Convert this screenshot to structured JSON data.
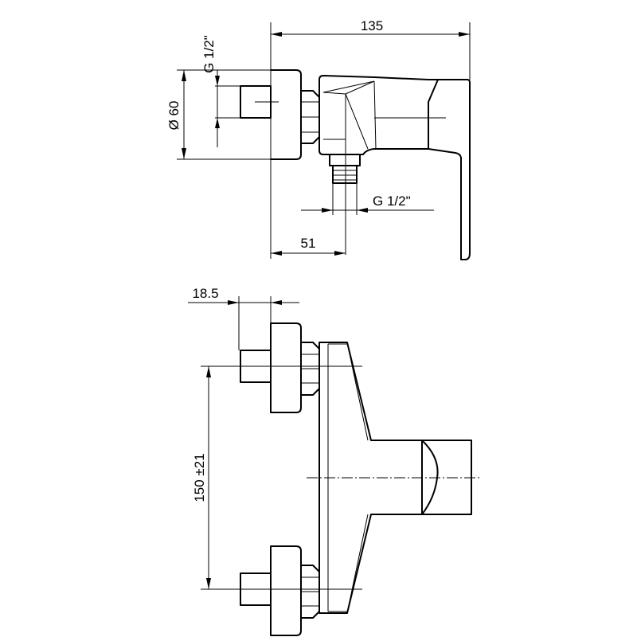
{
  "dimensions": {
    "overall_length": "135",
    "thread_top": "G 1/2\"",
    "diameter": "Ø 60",
    "thread_outlet": "G 1/2\"",
    "outlet_offset": "51",
    "inlet_depth": "18.5",
    "inlet_spacing": "150 ±21"
  }
}
